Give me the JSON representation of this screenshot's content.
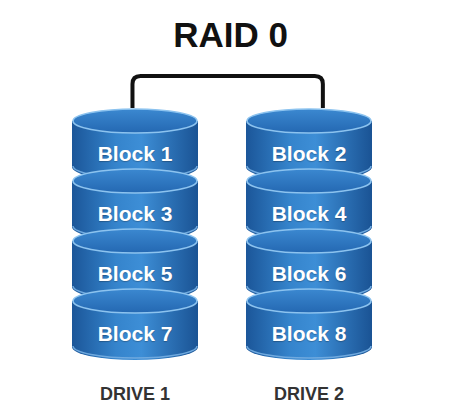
{
  "diagram": {
    "title": "RAID 0",
    "nodes": [
      {
        "text": [
          "DRIVE 1"
        ]
      },
      {
        "text": [
          "Block 1"
        ],
        "in": 0
      },
      {
        "text": [
          "Block 3"
        ],
        "in": 0
      },
      {
        "text": [
          "Block 5"
        ],
        "in": 0
      },
      {
        "text": [
          "Block 7"
        ],
        "in": 0
      },
      {
        "text": [
          "DRIVE 2"
        ]
      },
      {
        "text": [
          "Block 2"
        ],
        "in": 5
      },
      {
        "text": [
          "Block 4"
        ],
        "in": 5
      },
      {
        "text": [
          "Block 6"
        ],
        "in": 5
      },
      {
        "text": [
          "Block 8"
        ],
        "in": 5
      }
    ],
    "edges": [
      {
        "from": 0,
        "to": 5,
        "arrow": "none"
      }
    ]
  }
}
